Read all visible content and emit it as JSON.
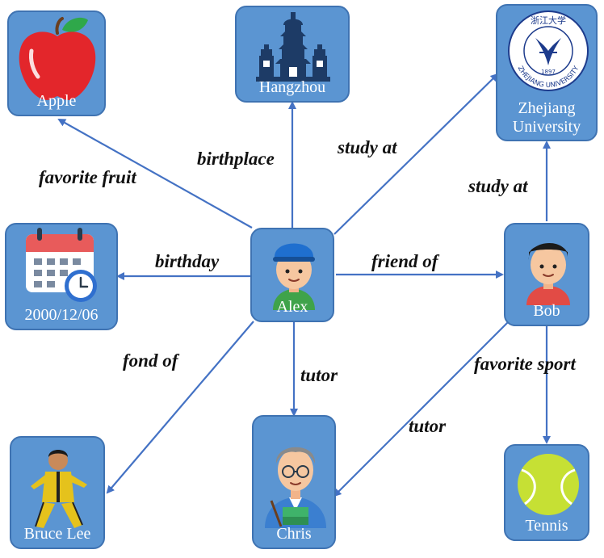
{
  "nodes": {
    "alex": "Alex",
    "apple": "Apple",
    "hangzhou": "Hangzhou",
    "zju": [
      "Zhejiang",
      "University"
    ],
    "birthday": "2000/12/06",
    "bob": "Bob",
    "bruce": "Bruce Lee",
    "chris": "Chris",
    "tennis": "Tennis"
  },
  "edges": {
    "favorite_fruit": "favorite fruit",
    "birthplace": "birthplace",
    "study_at_alex": "study at",
    "study_at_bob": "study at",
    "birthday": "birthday",
    "friend_of": "friend of",
    "fond_of": "fond of",
    "tutor_alex": "tutor",
    "tutor_bob": "tutor",
    "favorite_sport": "favorite sport"
  },
  "seal": {
    "top": "浙江大学",
    "bottom": "ZHEJIANG UNIVERSITY",
    "year": "1897"
  },
  "colors": {
    "node_fill": "#5b95d2",
    "node_border": "#3f73b2",
    "edge": "#4472c4"
  }
}
